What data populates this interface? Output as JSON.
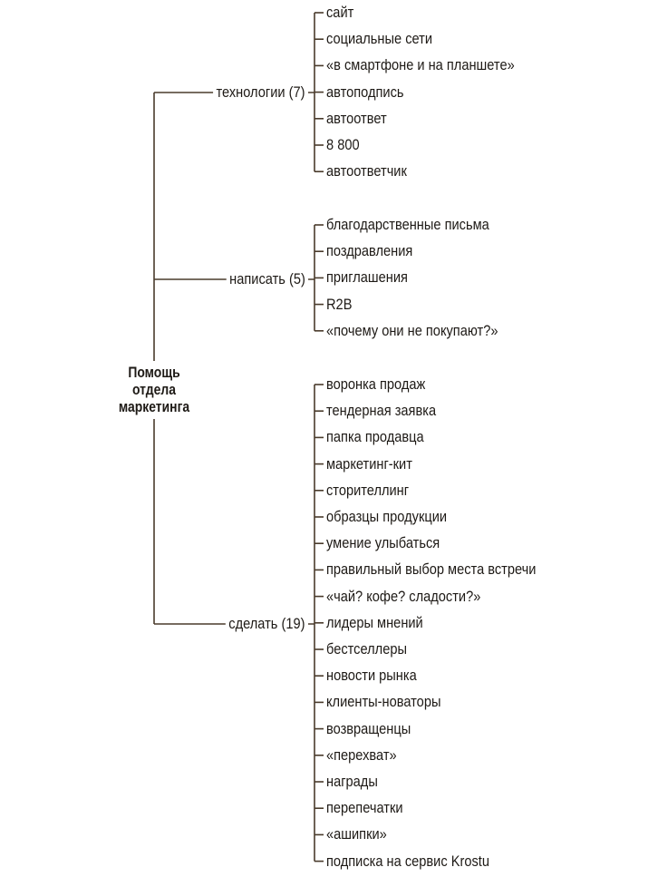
{
  "root": {
    "line1": "Помощь",
    "line2": "отдела",
    "line3": "маркетинга"
  },
  "line_color": "#4a3b2c",
  "branches": [
    {
      "label": "технологии (7)",
      "items": [
        "сайт",
        "социальные сети",
        "«в смартфоне и на планшете»",
        "автоподпись",
        "автоответ",
        "8 800",
        "автоответчик"
      ]
    },
    {
      "label": "написать (5)",
      "items": [
        "благодарственные письма",
        "поздравления",
        "приглашения",
        "R2B",
        "«почему они не покупают?»"
      ]
    },
    {
      "label": "сделать (19)",
      "items": [
        "воронка продаж",
        "тендерная заявка",
        "папка продавца",
        "маркетинг-кит",
        "сторителлинг",
        "образцы продукции",
        "умение улыбаться",
        "правильный выбор места встречи",
        "«чай? кофе? сладости?»",
        "лидеры мнений",
        "бестселлеры",
        "новости рынка",
        "клиенты-новаторы",
        "возвращенцы",
        "«перехват»",
        "награды",
        "перепечатки",
        "«ашипки»",
        "подписка на сервис Krostu"
      ]
    }
  ]
}
